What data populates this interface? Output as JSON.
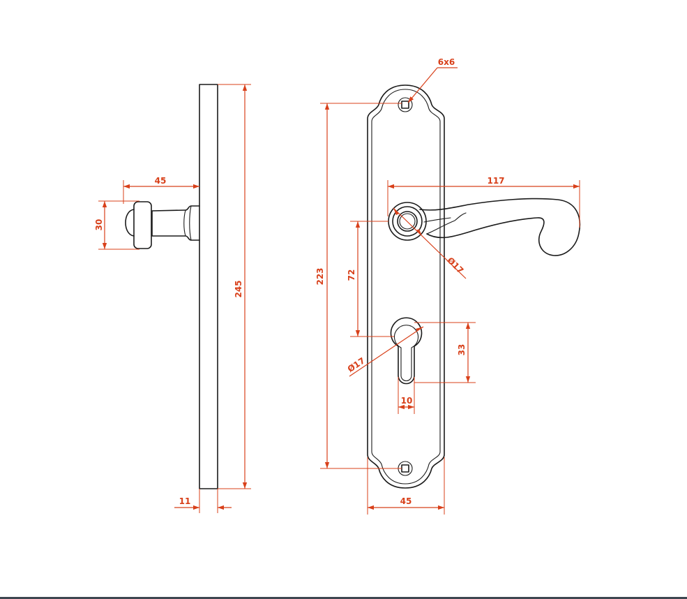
{
  "colors": {
    "outline": "#1a1a1a",
    "dimension": "#d8401a",
    "background": "#ffffff",
    "bottom_border": "#3d4650"
  },
  "side_view": {
    "dimensions": {
      "lever_projection": "45",
      "lever_height": "30",
      "plate_height": "245",
      "plate_thickness": "11"
    }
  },
  "front_view": {
    "dimensions": {
      "screw_hole": "6x6",
      "lever_length": "117",
      "rose_diameter": "Ø17",
      "axis_distance": "72",
      "screw_spacing": "223",
      "cylinder_diameter": "Ø17",
      "cylinder_height": "33",
      "cylinder_width": "10",
      "plate_width": "45"
    }
  }
}
